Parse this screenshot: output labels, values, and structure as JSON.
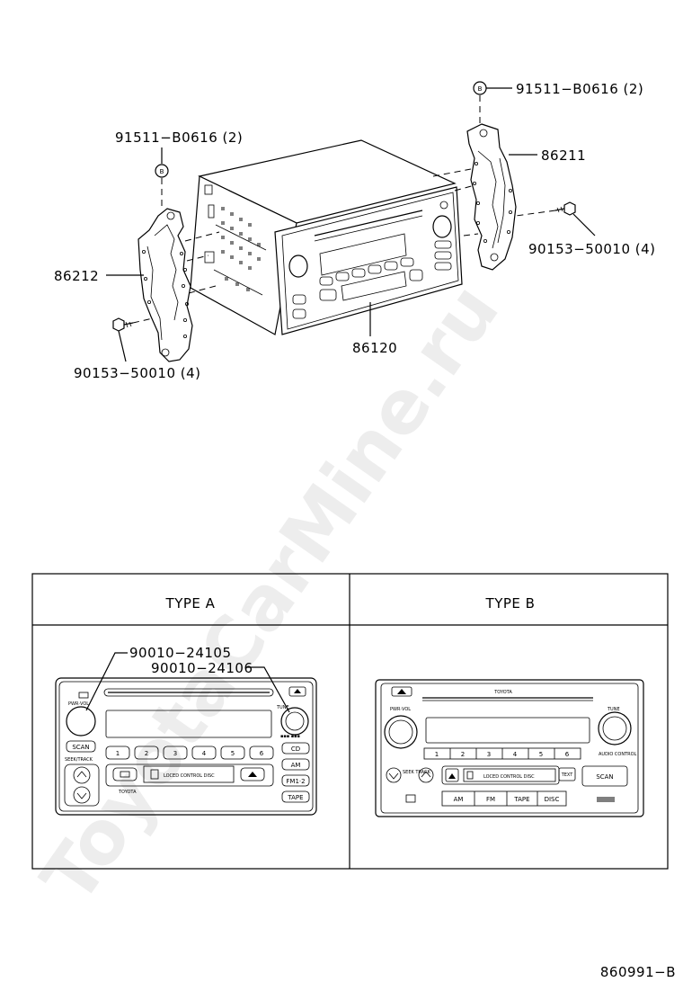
{
  "callouts": {
    "bolt_b_right": "91511−B0616 (2)",
    "bolt_b_left": "91511−B0616 (2)",
    "bracket_right": "86211",
    "bracket_left": "86212",
    "screw_right": "90153−50010 (4)",
    "screw_left": "90153−50010 (4)",
    "radio_unit": "86120",
    "marker_b": "B"
  },
  "table": {
    "type_a_header": "TYPE A",
    "type_b_header": "TYPE B",
    "knob_a_1": "90010−24105",
    "knob_a_2": "90010−24106"
  },
  "type_a": {
    "pwr_vol": "PWR·VOL",
    "tune": "TUNE",
    "scan": "SCAN",
    "seek_track": "SEEK/TRACK",
    "cd": "CD",
    "am": "AM",
    "fm12": "FM1·2",
    "tape": "TAPE",
    "presets": [
      "1",
      "2",
      "3",
      "4",
      "5",
      "6"
    ],
    "door_text": "LOCED  CONTROL  DISC",
    "brand": "TOYOTA"
  },
  "type_b": {
    "brand": "TOYOTA",
    "pwr_vol": "PWR·VOL",
    "tune": "TUNE",
    "audio_control": "AUDIO CONTROL",
    "seek_track": "SEEK TRACK",
    "text": "TEXT",
    "scan": "SCAN",
    "door_text": "LOCED  CONTROL  DISC",
    "am": "AM",
    "fm": "FM",
    "tape": "TAPE",
    "disc": "DISC",
    "presets": [
      "1",
      "2",
      "3",
      "4",
      "5",
      "6"
    ]
  },
  "diagram_id": "860991−B",
  "watermark": "ToyotaCarMine.ru"
}
